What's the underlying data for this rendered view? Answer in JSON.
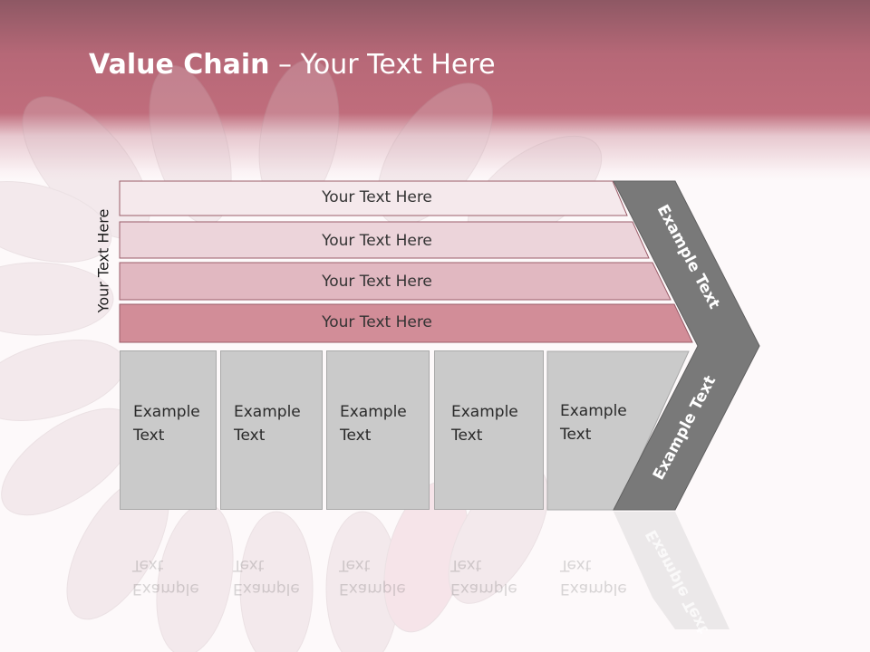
{
  "slide": {
    "title_bold": "Value Chain",
    "title_rest": " – Your Text Here"
  },
  "diagram": {
    "side_label": "Your Text Here",
    "bars": [
      "Your Text Here",
      "Your Text Here",
      "Your Text Here",
      "Your Text Here"
    ],
    "boxes": [
      {
        "line1": "Example",
        "line2": "Text"
      },
      {
        "line1": "Example",
        "line2": "Text"
      },
      {
        "line1": "Example",
        "line2": "Text"
      },
      {
        "line1": "Example",
        "line2": "Text"
      },
      {
        "line1": "Example",
        "line2": "Text"
      }
    ],
    "arrow_upper_label": "Example Text",
    "arrow_lower_label": "Example Text"
  },
  "colors": {
    "bar_fills": [
      "#f5e9ec",
      "#ecd4da",
      "#e1b8c1",
      "#d28d98"
    ],
    "box_fill": "#cacaca",
    "arrow_fill": "#797979",
    "header": "#b66877"
  }
}
